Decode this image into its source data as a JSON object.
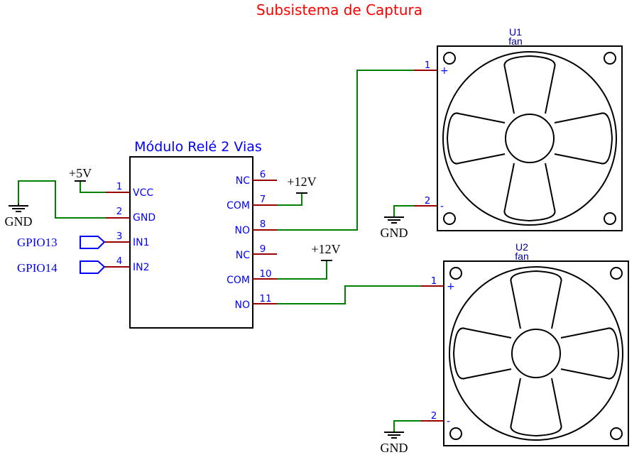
{
  "title": "Subsistema de Captura",
  "colors": {
    "title": "#ff0000",
    "pin_text": "#0000ff",
    "wire": "#008000",
    "pin_line": "#990000",
    "body": "#000000",
    "refdes": "#000099",
    "label": "#0000ff"
  },
  "relay_module": {
    "name": "Módulo Relé 2 Vias",
    "left_pins": [
      {
        "number": "1",
        "name": "VCC"
      },
      {
        "number": "2",
        "name": "GND"
      },
      {
        "number": "3",
        "name": "IN1"
      },
      {
        "number": "4",
        "name": "IN2"
      }
    ],
    "right_pins": [
      {
        "number": "6",
        "name": "NC"
      },
      {
        "number": "7",
        "name": "COM"
      },
      {
        "number": "8",
        "name": "NO"
      },
      {
        "number": "9",
        "name": "NC"
      },
      {
        "number": "10",
        "name": "COM"
      },
      {
        "number": "11",
        "name": "NO"
      }
    ]
  },
  "power": {
    "vcc5": "+5V",
    "v12_a": "+12V",
    "v12_b": "+12V",
    "gnd_left": "GND",
    "gnd_u1": "GND",
    "gnd_u2": "GND"
  },
  "global_labels": [
    "GPIO13",
    "GPIO14"
  ],
  "fans": [
    {
      "ref": "U1",
      "value": "fan",
      "pins": [
        {
          "number": "1",
          "name": "+"
        },
        {
          "number": "2",
          "name": "-"
        }
      ]
    },
    {
      "ref": "U2",
      "value": "fan",
      "pins": [
        {
          "number": "1",
          "name": "+"
        },
        {
          "number": "2",
          "name": "-"
        }
      ]
    }
  ]
}
